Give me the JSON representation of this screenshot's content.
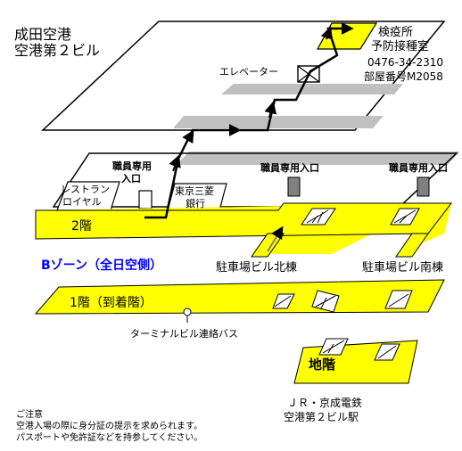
{
  "title": {
    "line1": "成田空港",
    "line2": "空港第２ビル"
  },
  "office": {
    "name1": "検疫所",
    "name2": "予防接種室",
    "phone": "0476-34-2310",
    "room": "部屋番号M2058"
  },
  "labels": {
    "elevator": "エレベーター",
    "staff_entrance_left": [
      "職員専用",
      "入口"
    ],
    "restaurant": [
      "レストラン",
      "ロイヤル"
    ],
    "bank": [
      "東京三菱",
      "銀行"
    ],
    "staff_entrance_mid": "職員専用入口",
    "staff_entrance_right": "職員専用入口",
    "floor2": "2階",
    "zone": "Bゾーン（全日空側）",
    "parking_north": "駐車場ビル北棟",
    "parking_south": "駐車場ビル南棟",
    "floor1": "1階（到着階）",
    "bus": "ターミナルビル連絡バス",
    "basement": "地階",
    "station": [
      "ＪＲ・京成電鉄",
      "空港第２ビル駅"
    ]
  },
  "notice": {
    "title": "ご注意",
    "line1": "空港入場の際に身分証の提示を求められます。",
    "line2": "パスポートや免許証などを持参してください。"
  },
  "colors": {
    "floor": "#ffff00",
    "shadow": "#c0c0c0",
    "route": "#000000",
    "zone_text": "#0000ff",
    "pillar": "#808080"
  },
  "icons": [
    "elevator-icon",
    "escalator-icon",
    "bus-stop-icon",
    "route-arrow-icon"
  ]
}
